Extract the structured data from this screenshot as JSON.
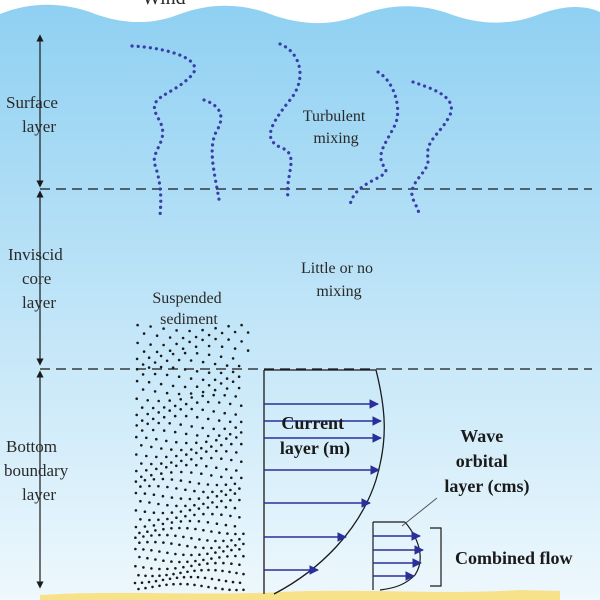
{
  "title_fragment": "Wind",
  "layers": {
    "surface": [
      "Surface",
      "layer"
    ],
    "inviscid": [
      "Inviscid",
      "core",
      "layer"
    ],
    "bottom": [
      "Bottom",
      "boundary",
      "layer"
    ]
  },
  "annotations": {
    "turbulent": [
      "Turbulent",
      "mixing"
    ],
    "little": [
      "Little or no",
      "mixing"
    ],
    "suspended": [
      "Suspended",
      "sediment"
    ],
    "current": [
      "Current",
      "layer (m)"
    ],
    "wave": [
      "Wave",
      "orbital",
      "layer (cms)"
    ],
    "combined": "Combined flow"
  },
  "colors": {
    "water_top": "#8fd0f2",
    "water_bottom": "#eef8fd",
    "seabed": "#f7e28a",
    "turbulence_dots": "#3a3ea8",
    "flow_arrows": "#2a2f9a",
    "sediment_dots": "#1a1a1a",
    "lines": "#1a1a1a"
  }
}
